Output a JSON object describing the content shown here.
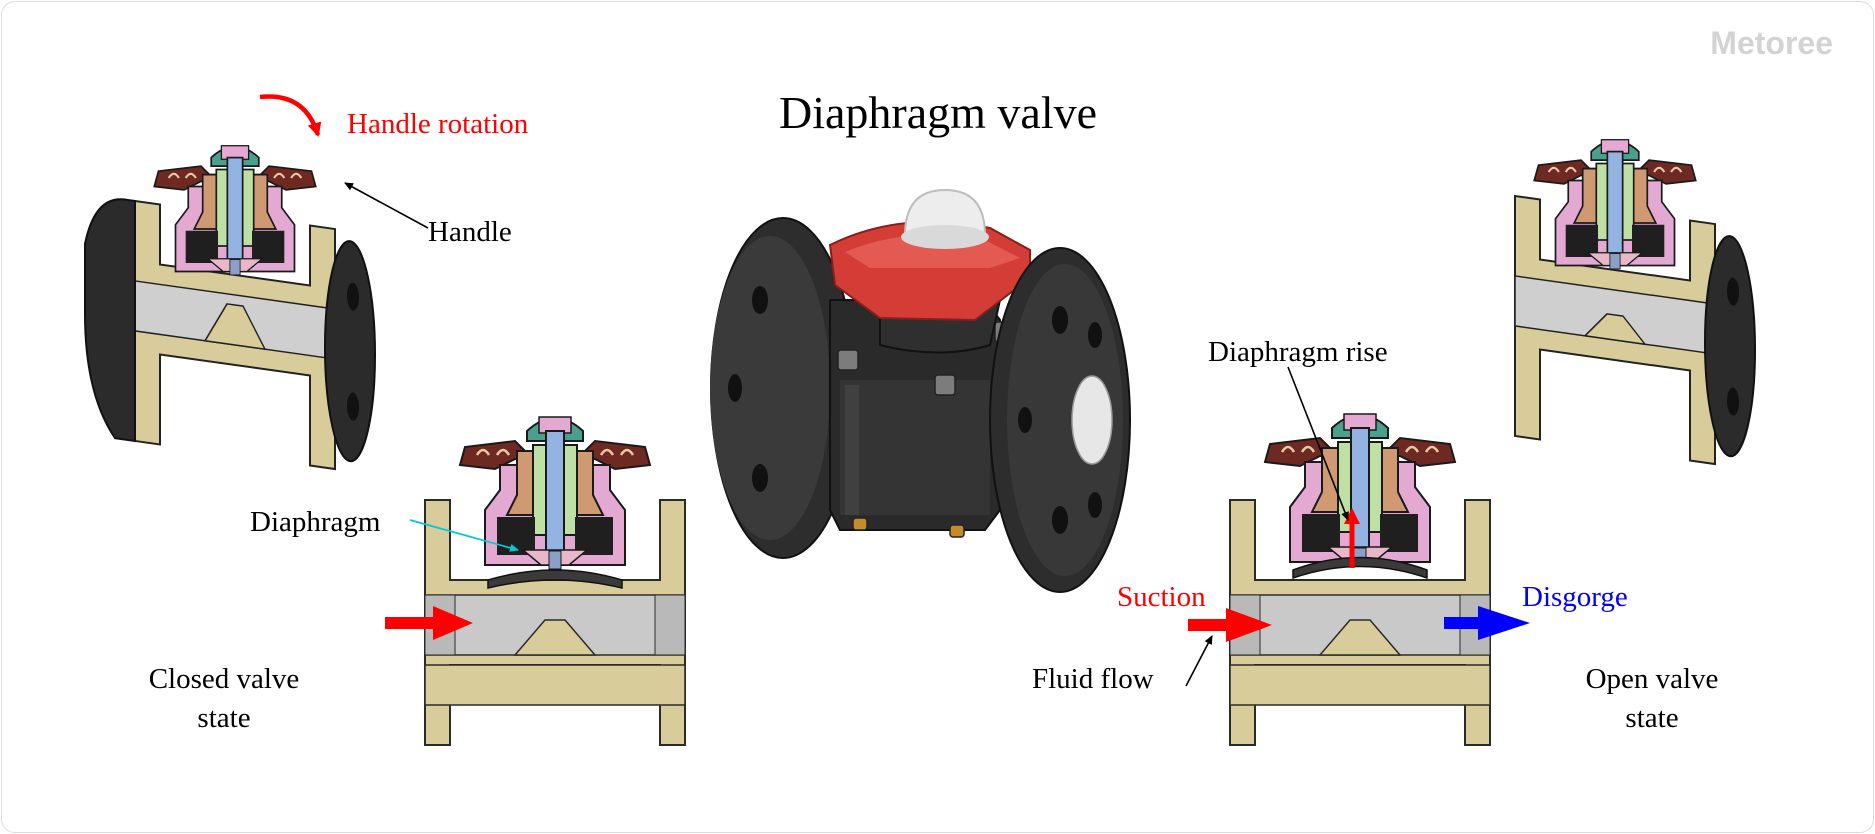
{
  "title": "Diaphragm valve",
  "watermark": "Metoree",
  "labels": {
    "handle_rotation": "Handle rotation",
    "handle": "Handle",
    "diaphragm": "Diaphragm",
    "closed_line1": "Closed valve",
    "closed_line2": "state",
    "diaphragm_rise": "Diaphragm rise",
    "suction": "Suction",
    "disgorge": "Disgorge",
    "fluid_flow": "Fluid flow",
    "open_line1": "Open valve",
    "open_line2": "state"
  },
  "colors": {
    "body": "#d8cd9a",
    "bonnet": "#e3a9d3",
    "stem": "#93b4e2",
    "handle": "#6e2a22",
    "handle_inner": "#cf9a72",
    "green": "#bfe0a4",
    "teal": "#4aa08c",
    "valve_black": "#2c2c2c",
    "valve_red": "#d43c36",
    "red_text": "#ff0000",
    "blue_text": "#0000ff",
    "cyan_line": "#00c8d8"
  }
}
